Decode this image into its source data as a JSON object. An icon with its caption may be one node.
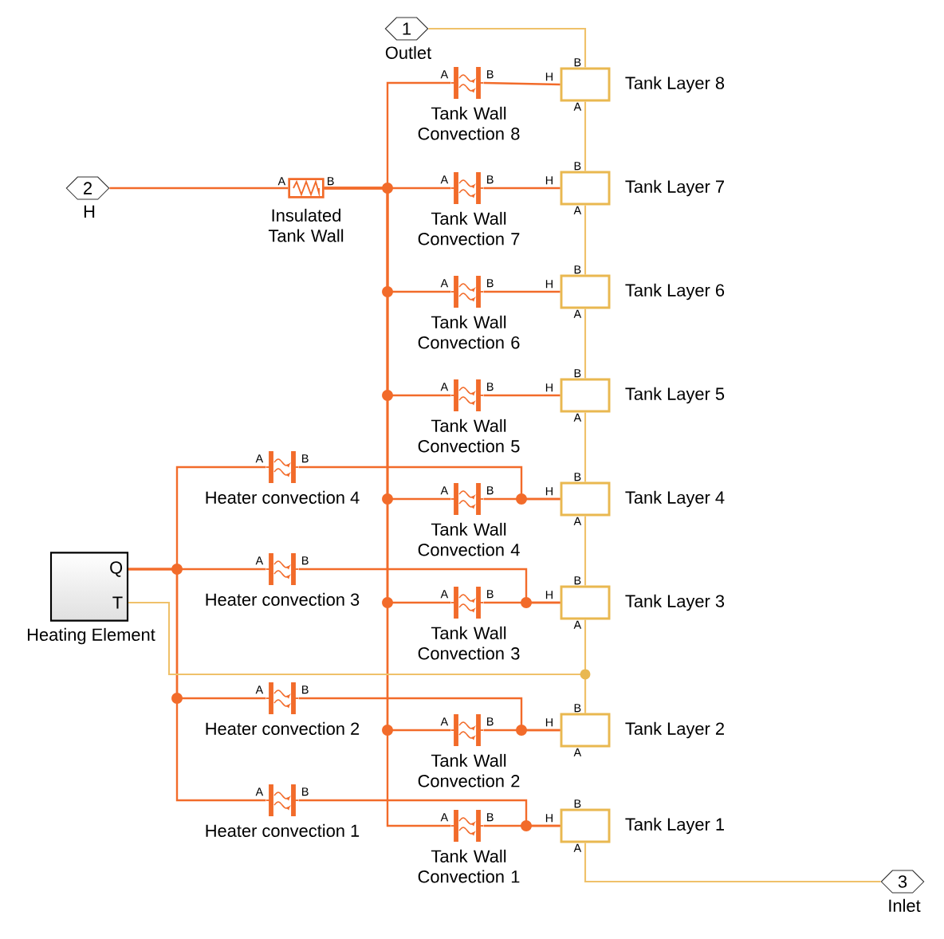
{
  "diagram": {
    "nodes": [
      {
        "text": [
          "1"
        ],
        "beside": [
          "Outlet"
        ]
      },
      {
        "text": [
          "A",
          "B",
          "Tank Wall Convection 8"
        ]
      },
      {
        "text": [
          "Tank Layer 8"
        ],
        "beside": [
          "B",
          "H",
          "A"
        ]
      },
      {
        "text": [
          "2"
        ],
        "beside": [
          "H"
        ]
      },
      {
        "text": [
          "Insulated Tank Wall"
        ],
        "beside": [
          "A",
          "B"
        ]
      },
      {
        "text": [
          "A",
          "B",
          "Tank Wall Convection 7"
        ]
      },
      {
        "text": [
          "Tank Layer 7"
        ],
        "beside": [
          "B",
          "H",
          "A"
        ]
      },
      {
        "text": [
          "A",
          "B",
          "Tank Wall Convection 6"
        ]
      },
      {
        "text": [
          "Tank Layer 6"
        ],
        "beside": [
          "B",
          "H",
          "A"
        ]
      },
      {
        "text": [
          "A",
          "B",
          "Tank Wall Convection 5"
        ]
      },
      {
        "text": [
          "Tank Layer 5"
        ],
        "beside": [
          "B",
          "H",
          "A"
        ]
      },
      {
        "text": [
          "A",
          "B",
          "Heater convection 4"
        ]
      },
      {
        "text": [
          "A",
          "B",
          "Tank Wall Convection 4"
        ]
      },
      {
        "text": [
          "Tank Layer 4"
        ],
        "beside": [
          "B",
          "H",
          "A"
        ]
      },
      {
        "text": [
          "Q",
          "T"
        ],
        "beside": [
          "Heating Element"
        ]
      },
      {
        "text": [
          "A",
          "B",
          "Heater convection 3"
        ]
      },
      {
        "text": [
          "A",
          "B",
          "Tank Wall Convection 3"
        ]
      },
      {
        "text": [
          "Tank Layer 3"
        ],
        "beside": [
          "B",
          "H",
          "A"
        ]
      },
      {
        "text": [
          "A",
          "B",
          "Heater convection 2"
        ]
      },
      {
        "text": [
          "A",
          "B",
          "Tank Wall Convection 2"
        ]
      },
      {
        "text": [
          "Tank Layer 2"
        ],
        "beside": [
          "B",
          "H",
          "A"
        ]
      },
      {
        "text": [
          "A",
          "B",
          "Heater convection 1"
        ]
      },
      {
        "text": [
          "A",
          "B",
          "Tank Wall Convection 1"
        ]
      },
      {
        "text": [
          "Tank Layer 1"
        ],
        "beside": [
          "B",
          "H",
          "A"
        ]
      },
      {
        "text": [
          "3"
        ],
        "beside": [
          "Inlet"
        ]
      }
    ],
    "edges": [
      {
        "from": 0,
        "to": 2,
        "arrow": "none",
        "color": "#efc16a"
      },
      {
        "from": 3,
        "to": 4,
        "arrow": "none"
      },
      {
        "from": 4,
        "to": 1,
        "arrow": "none"
      },
      {
        "from": 4,
        "to": 5,
        "arrow": "none"
      },
      {
        "from": 4,
        "to": 7,
        "arrow": "none"
      },
      {
        "from": 4,
        "to": 9,
        "arrow": "none"
      },
      {
        "from": 4,
        "to": 12,
        "arrow": "none"
      },
      {
        "from": 4,
        "to": 16,
        "arrow": "none"
      },
      {
        "from": 4,
        "to": 19,
        "arrow": "none"
      },
      {
        "from": 4,
        "to": 22,
        "arrow": "none"
      },
      {
        "from": 1,
        "to": 2,
        "arrow": "none"
      },
      {
        "from": 5,
        "to": 6,
        "arrow": "none"
      },
      {
        "from": 7,
        "to": 8,
        "arrow": "none"
      },
      {
        "from": 9,
        "to": 10,
        "arrow": "none"
      },
      {
        "from": 14,
        "to": 11,
        "arrow": "none"
      },
      {
        "from": 14,
        "to": 15,
        "arrow": "none"
      },
      {
        "from": 14,
        "to": 18,
        "arrow": "none"
      },
      {
        "from": 14,
        "to": 21,
        "arrow": "none"
      },
      {
        "from": 11,
        "to": 13,
        "arrow": "none"
      },
      {
        "from": 12,
        "to": 13,
        "arrow": "none"
      },
      {
        "from": 15,
        "to": 17,
        "arrow": "none"
      },
      {
        "from": 16,
        "to": 17,
        "arrow": "none"
      },
      {
        "from": 18,
        "to": 20,
        "arrow": "none"
      },
      {
        "from": 19,
        "to": 20,
        "arrow": "none"
      },
      {
        "from": 21,
        "to": 23,
        "arrow": "none"
      },
      {
        "from": 22,
        "to": 23,
        "arrow": "none"
      },
      {
        "from": 2,
        "to": 6,
        "arrow": "none",
        "color": "#efc16a"
      },
      {
        "from": 6,
        "to": 8,
        "arrow": "none",
        "color": "#efc16a"
      },
      {
        "from": 8,
        "to": 10,
        "arrow": "none",
        "color": "#efc16a"
      },
      {
        "from": 10,
        "to": 13,
        "arrow": "none",
        "color": "#efc16a"
      },
      {
        "from": 13,
        "to": 17,
        "arrow": "none",
        "color": "#efc16a"
      },
      {
        "from": 17,
        "to": 20,
        "arrow": "none",
        "color": "#efc16a"
      },
      {
        "from": 14,
        "to": 20,
        "arrow": "none",
        "color": "#efc16a"
      },
      {
        "from": 23,
        "to": 24,
        "arrow": "none",
        "color": "#efc16a"
      }
    ]
  }
}
